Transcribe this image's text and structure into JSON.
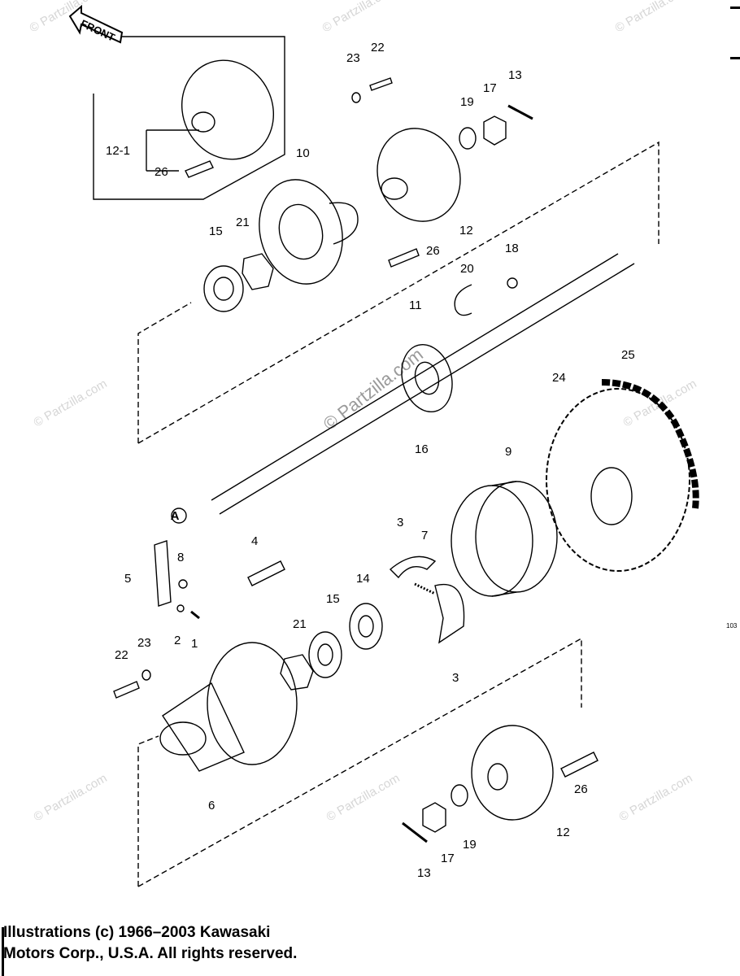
{
  "diagram": {
    "front_label": "FRONT",
    "reference_marker": "A",
    "figure_code": "103",
    "callouts": {
      "p1": "1",
      "p2": "2",
      "p3a": "3",
      "p3b": "3",
      "p4": "4",
      "p5": "5",
      "p6": "6",
      "p7": "7",
      "p8": "8",
      "p9": "9",
      "p10": "10",
      "p11": "11",
      "p12a": "12",
      "p12b": "12",
      "p12_1": "12-1",
      "p13a": "13",
      "p13b": "13",
      "p14": "14",
      "p15a": "15",
      "p15b": "15",
      "p16": "16",
      "p17a": "17",
      "p17b": "17",
      "p18": "18",
      "p19a": "19",
      "p19b": "19",
      "p20": "20",
      "p21a": "21",
      "p21b": "21",
      "p22a": "22",
      "p22b": "22",
      "p23a": "23",
      "p23b": "23",
      "p24": "24",
      "p25": "25",
      "p26a": "26",
      "p26b": "26",
      "p26c": "26"
    },
    "watermark": "© Partzilla.com"
  },
  "copyright": {
    "line1": "Illustrations (c) 1966–2003 Kawasaki",
    "line2": "Motors Corp., U.S.A.  All rights reserved."
  }
}
